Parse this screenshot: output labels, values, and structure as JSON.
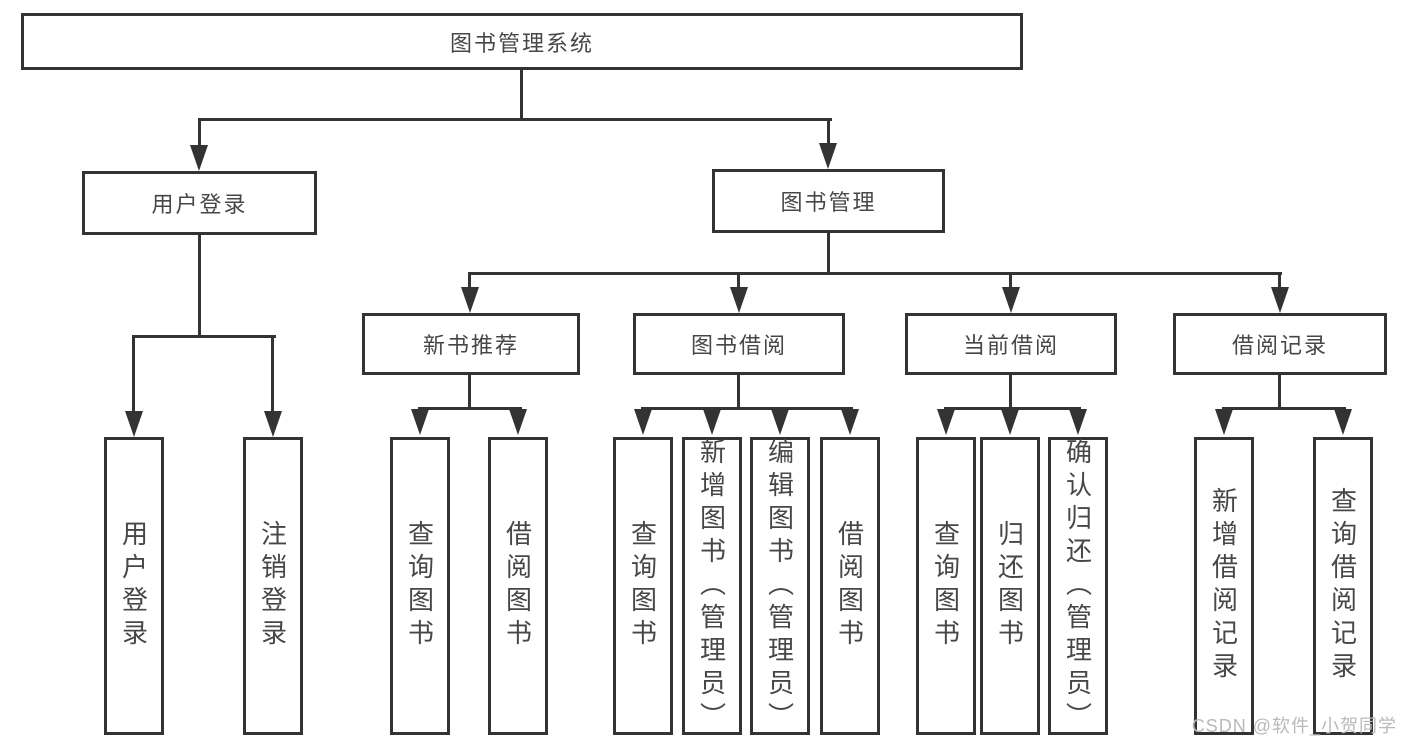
{
  "colors": {
    "ink": "#333333",
    "text": "#474747",
    "watermark": "#b9b9b9",
    "background": "#ffffff"
  },
  "watermark": {
    "text": "CSDN @软件_小贺同学"
  },
  "tree": {
    "root": {
      "label": "图书管理系统",
      "children": [
        {
          "label": "用户登录",
          "children": [
            {
              "label": "用户登录"
            },
            {
              "label": "注销登录"
            }
          ]
        },
        {
          "label": "图书管理",
          "children": [
            {
              "label": "新书推荐",
              "children": [
                {
                  "label": "查询图书"
                },
                {
                  "label": "借阅图书"
                }
              ]
            },
            {
              "label": "图书借阅",
              "children": [
                {
                  "label": "查询图书"
                },
                {
                  "label": "新增图书（管理员）"
                },
                {
                  "label": "编辑图书（管理员）"
                },
                {
                  "label": "借阅图书"
                }
              ]
            },
            {
              "label": "当前借阅",
              "children": [
                {
                  "label": "查询图书"
                },
                {
                  "label": "归还图书"
                },
                {
                  "label": "确认归还（管理员）"
                }
              ]
            },
            {
              "label": "借阅记录",
              "children": [
                {
                  "label": "新增借阅记录"
                },
                {
                  "label": "查询借阅记录"
                }
              ]
            }
          ]
        }
      ]
    }
  }
}
